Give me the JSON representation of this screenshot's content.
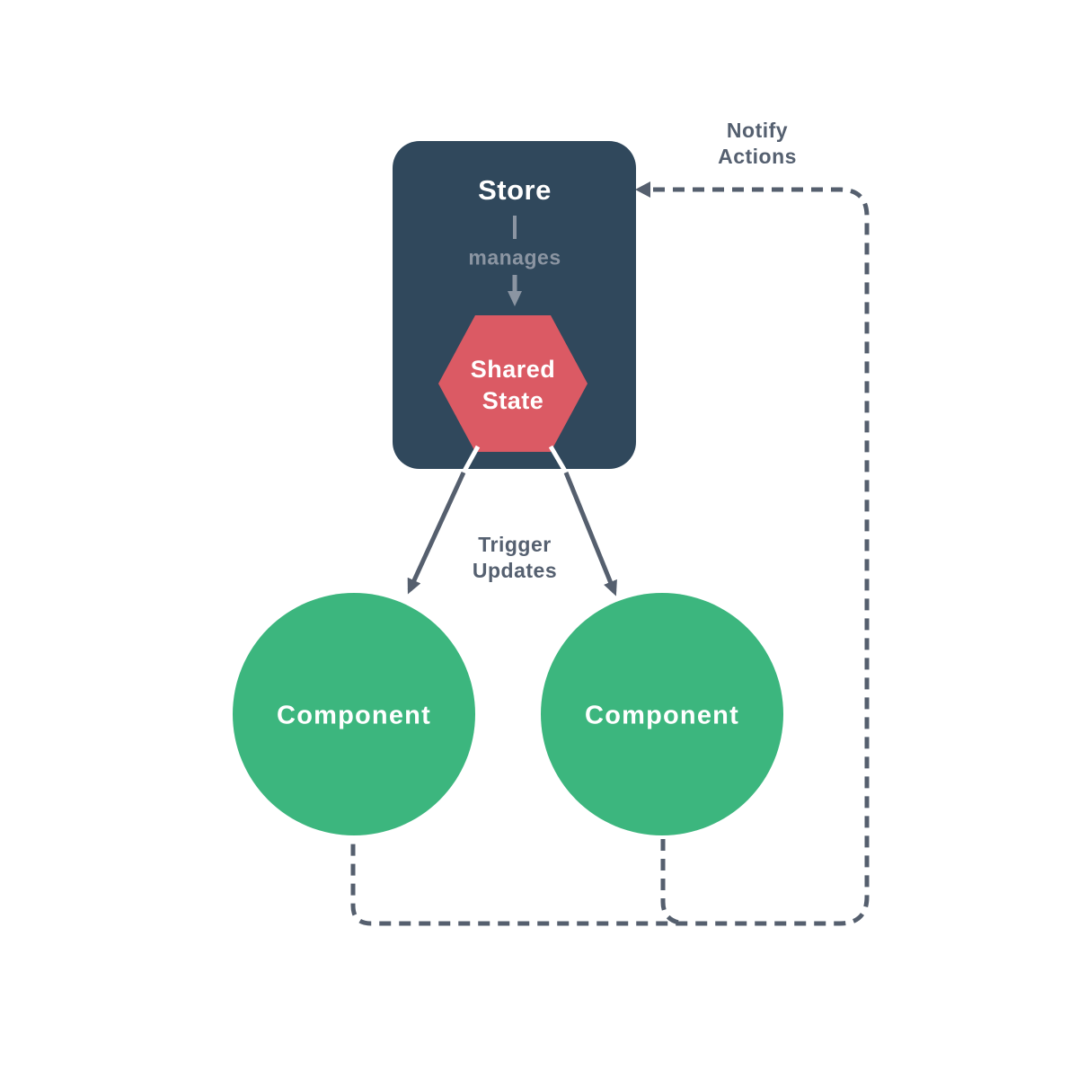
{
  "diagram": {
    "title_hint": "store-shared-state-flow",
    "store": {
      "title": "Store",
      "separator": "|",
      "relation_label": "manages"
    },
    "shared_state": {
      "line1": "Shared",
      "line2": "State"
    },
    "components": [
      {
        "label": "Component"
      },
      {
        "label": "Component"
      }
    ],
    "edges": {
      "trigger": {
        "line1": "Trigger",
        "line2": "Updates"
      },
      "notify": {
        "line1": "Notify",
        "line2": "Actions"
      }
    },
    "colors": {
      "background": "#ffffff",
      "store_bg": "#30485c",
      "state_bg": "#db5a64",
      "component_bg": "#3cb67e",
      "connector": "#555f6e",
      "muted_text": "#8b95a2",
      "label_text": "#556070",
      "text_on_dark": "#ffffff"
    }
  }
}
